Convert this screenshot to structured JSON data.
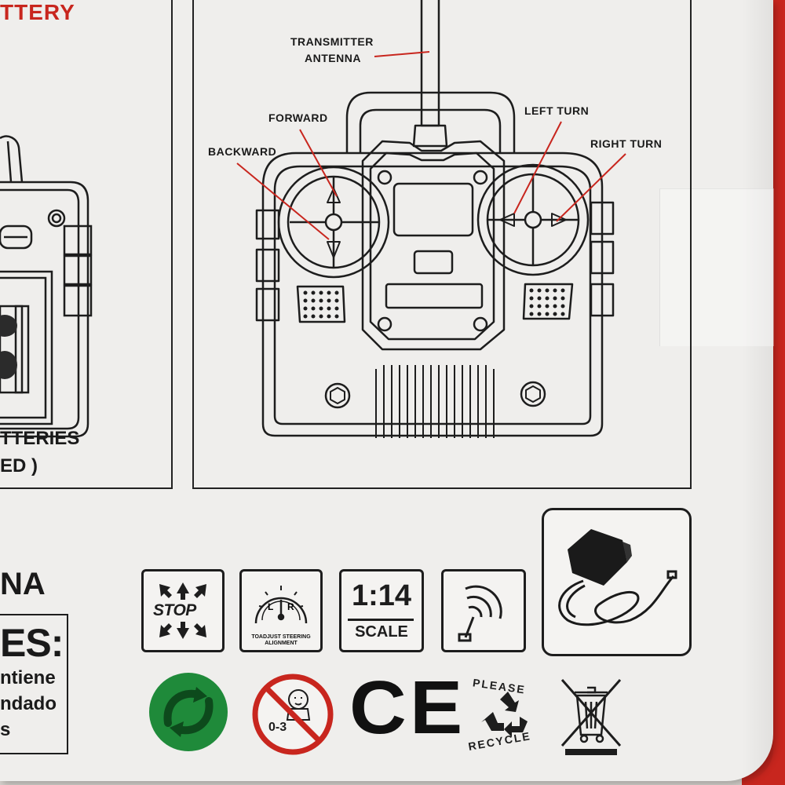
{
  "top_left_heading": "TTERY",
  "left_panel": {
    "line1": "TTERIES",
    "line2": "ED )"
  },
  "callouts": {
    "antenna_line1": "TRANSMITTER",
    "antenna_line2": "ANTENNA",
    "forward": "FORWARD",
    "backward": "BACKWARD",
    "left_turn": "LEFT TURN",
    "right_turn": "RIGHT TURN"
  },
  "lower_left": {
    "heading": "NA",
    "warn_title": "ES:",
    "warn_line1": "ntiene",
    "warn_line2": "ndado",
    "warn_line3": "s"
  },
  "icons_row1": {
    "stop": "STOP",
    "steering_letters_l": "L",
    "steering_letters_r": "R",
    "steering_line1": "TOADJUST STEERING",
    "steering_line2": "ALIGNMENT",
    "scale_ratio": "1:14",
    "scale_word": "SCALE"
  },
  "icons_row2": {
    "age": "0-3",
    "ce": "CE",
    "recycle_top": "PLEASE",
    "recycle_bottom": "RECYCLE"
  },
  "colors": {
    "accent_red": "#c8261e",
    "green_dot": "#1f8a3a",
    "line_black": "#1d1d1d",
    "card": "#efeeec"
  }
}
